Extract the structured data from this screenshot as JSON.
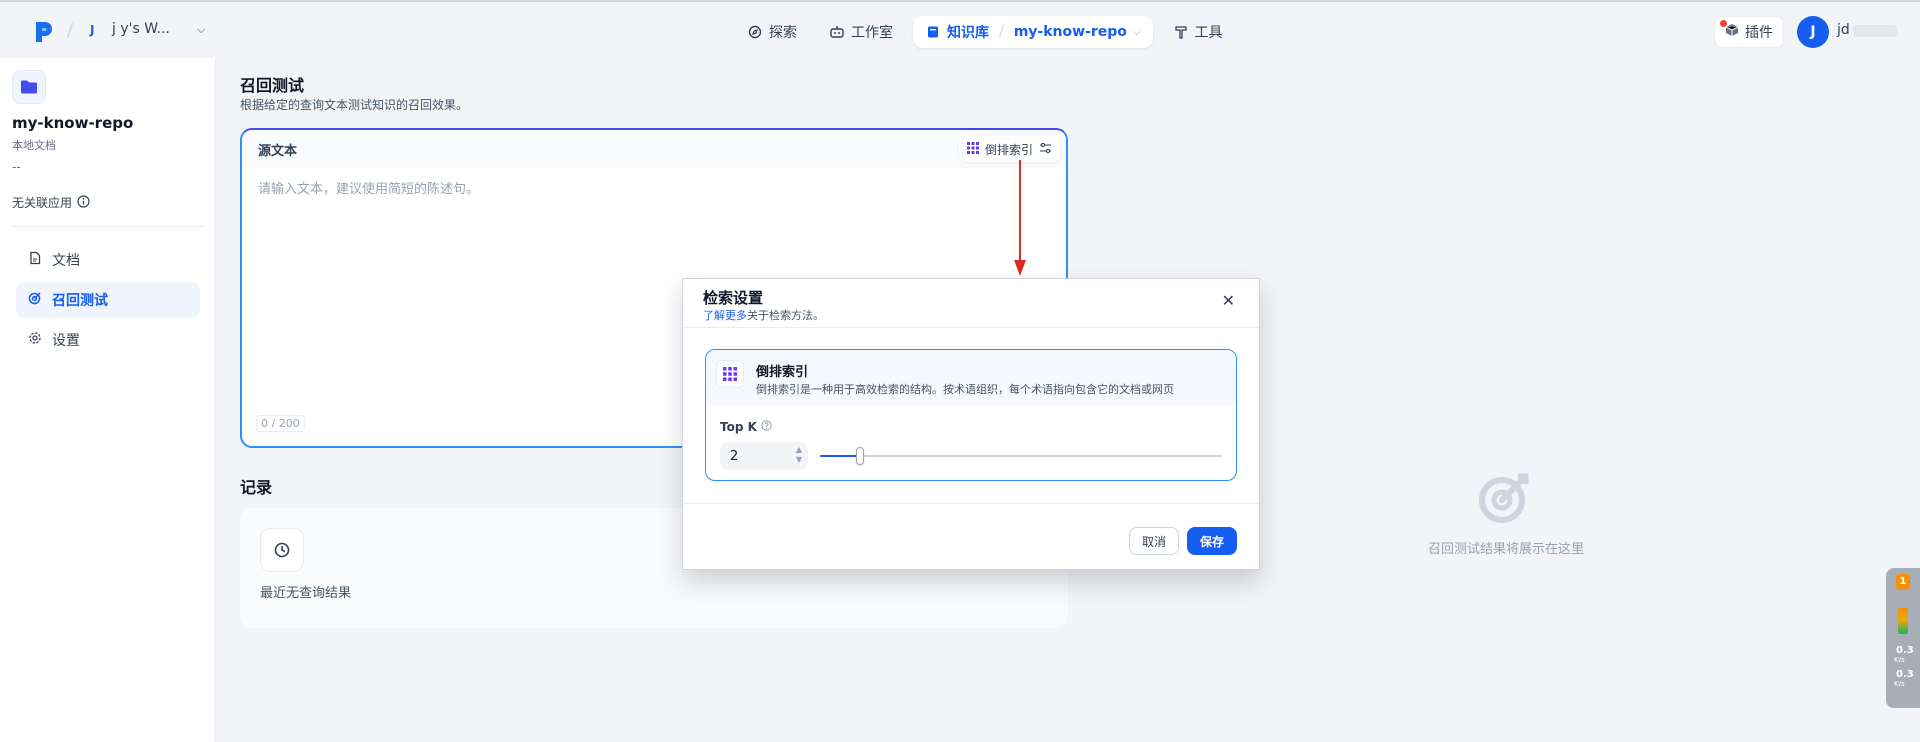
{
  "workspace": {
    "avatar_letter": "J",
    "name": "j    y's W..."
  },
  "nav": {
    "explore": "探索",
    "studio": "工作室",
    "knowledge": "知识库",
    "repo": "my-know-repo",
    "tools": "工具"
  },
  "header": {
    "plugins": "插件",
    "user_letter": "J",
    "user_name": "jd"
  },
  "sidebar": {
    "repo_name": "my-know-repo",
    "repo_type": "本地文档",
    "repo_desc": "--",
    "apps_label": "无关联应用",
    "items": [
      {
        "label": "文档"
      },
      {
        "label": "召回测试"
      },
      {
        "label": "设置"
      }
    ]
  },
  "main": {
    "title": "召回测试",
    "description": "根据给定的查询文本测试知识的召回效果。",
    "source": {
      "title": "源文本",
      "method": "倒排索引",
      "placeholder": "请输入文本，建议使用简短的陈述句。",
      "count": "0 / 200"
    },
    "records": {
      "title": "记录",
      "empty": "最近无查询结果"
    }
  },
  "right_panel": {
    "empty_text": "召回测试结果将展示在这里"
  },
  "modal": {
    "title": "检索设置",
    "learn_more": "了解更多",
    "subtitle_rest": "关于检索方法。",
    "method_name": "倒排索引",
    "method_desc": "倒排索引是一种用于高效检索的结构。按术语组织，每个术语指向包含它的文档或网页",
    "topk_label": "Top K",
    "topk_value": "2",
    "topk_slider_fraction": 0.1,
    "cancel": "取消",
    "save": "保存"
  },
  "widget": {
    "badge": "1",
    "up_rate": "0.3",
    "up_unit": "K/s",
    "down_rate": "0.3",
    "down_unit": "K/s"
  },
  "colors": {
    "accent": "#155eef",
    "annotation": "#d92d20"
  }
}
